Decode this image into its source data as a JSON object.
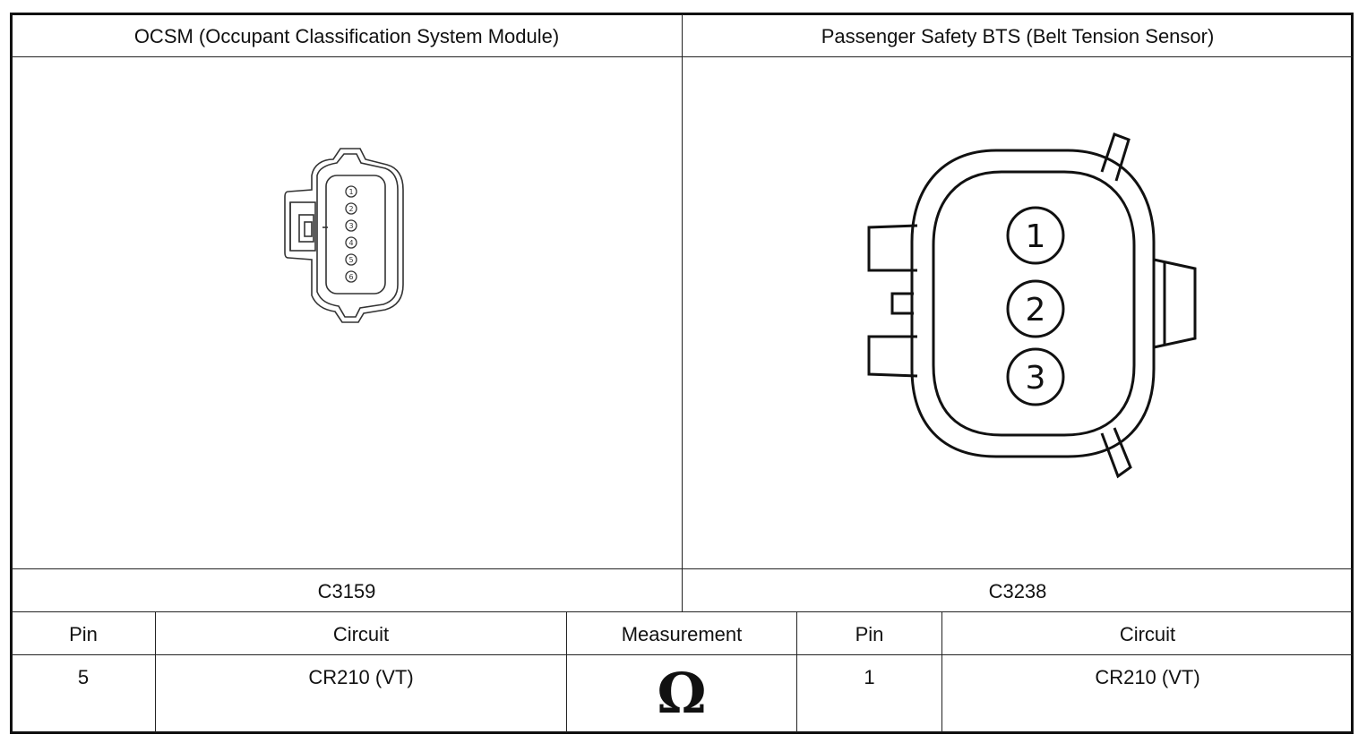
{
  "header": {
    "left_title": "OCSM (Occupant Classification System Module)",
    "right_title": "Passenger Safety BTS (Belt Tension Sensor)"
  },
  "connectors": {
    "left": {
      "id": "C3159",
      "pins": [
        "1",
        "2",
        "3",
        "4",
        "5",
        "6"
      ],
      "icon": "connector-6pin-icon"
    },
    "right": {
      "id": "C3238",
      "pins": [
        "1",
        "2",
        "3"
      ],
      "icon": "connector-3pin-icon"
    }
  },
  "table": {
    "headers": {
      "left_pin": "Pin",
      "left_circuit": "Circuit",
      "measurement": "Measurement",
      "right_pin": "Pin",
      "right_circuit": "Circuit"
    },
    "row": {
      "left_pin": "5",
      "left_circuit": "CR210 (VT)",
      "measurement_symbol": "Ω",
      "right_pin": "1",
      "right_circuit": "CR210 (VT)"
    }
  }
}
